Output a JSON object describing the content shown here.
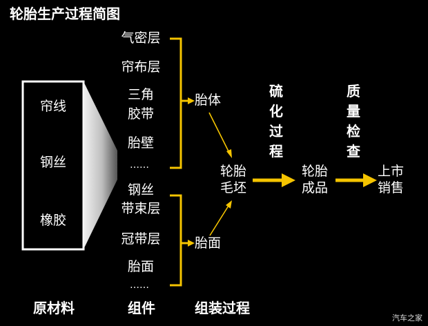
{
  "title": "轮胎生产过程简图",
  "raw_materials": [
    "帘线",
    "钢丝",
    "橡胶"
  ],
  "components_group1": [
    "气密层",
    "帘布层",
    "三角",
    "胶带",
    "胎壁",
    "……"
  ],
  "components_group2": [
    "钢丝",
    "带束层",
    "冠带层",
    "胎面",
    "……"
  ],
  "assembly": {
    "body": "胎体",
    "tread": "胎面"
  },
  "green_tire": [
    "轮胎",
    "毛坯"
  ],
  "finished_tire": [
    "轮胎",
    "成品"
  ],
  "market": [
    "上市",
    "销售"
  ],
  "steps": {
    "vulcanize": [
      "硫",
      "化",
      "过",
      "程"
    ],
    "inspect": [
      "质",
      "量",
      "检",
      "查"
    ]
  },
  "footer": {
    "raw": "原材料",
    "components": "组件",
    "assembly": "组装过程"
  },
  "watermark": "汽车之家",
  "colors": {
    "accent": "#f5c400",
    "background": "#000000",
    "text": "#ffffff"
  }
}
